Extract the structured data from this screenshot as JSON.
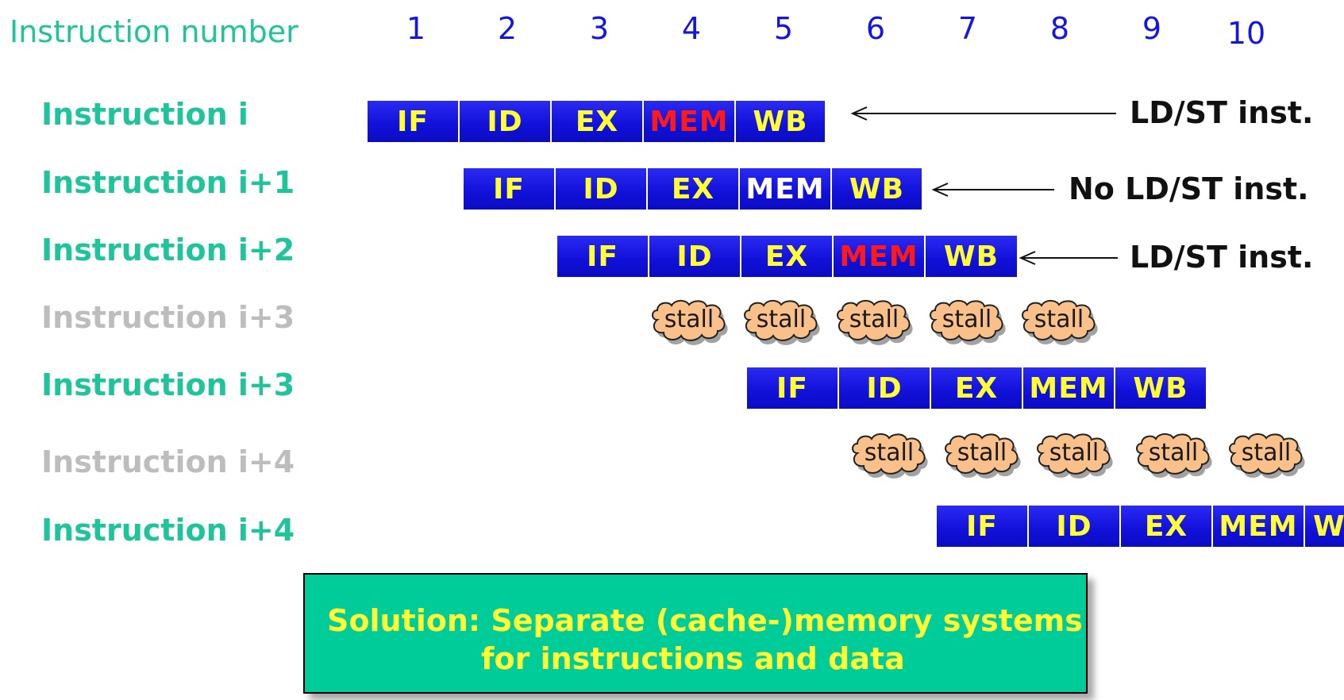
{
  "header": {
    "label": "Instruction number",
    "cycles": [
      "1",
      "2",
      "3",
      "4",
      "5",
      "6",
      "7",
      "8",
      "9",
      "10"
    ]
  },
  "stages": {
    "if": "IF",
    "id": "ID",
    "ex": "EX",
    "mem": "MEM",
    "wb": "WB",
    "wb_clipped": "W"
  },
  "rows": [
    {
      "label": "Instruction i",
      "style": "active",
      "note": "LD/ST inst."
    },
    {
      "label": "Instruction i+1",
      "style": "active",
      "note": "No LD/ST inst."
    },
    {
      "label": "Instruction i+2",
      "style": "active",
      "note": "LD/ST inst."
    },
    {
      "label": "Instruction i+3",
      "style": "ghost"
    },
    {
      "label": "Instruction i+3",
      "style": "active"
    },
    {
      "label": "Instruction i+4",
      "style": "ghost"
    },
    {
      "label": "Instruction i+4",
      "style": "active"
    }
  ],
  "stall_label": "stall",
  "solution": {
    "line1": "Solution: Separate (cache-)memory systems",
    "line2": "for instructions and data"
  },
  "colors": {
    "label_green": "#1fc49a",
    "cycle_blue": "#1414e6",
    "stage_blue": "#1010d8",
    "stage_text": "#ffff33",
    "hazard_red": "#ff1a1a",
    "stall_fill": "#f9c08a",
    "solution_bg": "#00cc99"
  }
}
